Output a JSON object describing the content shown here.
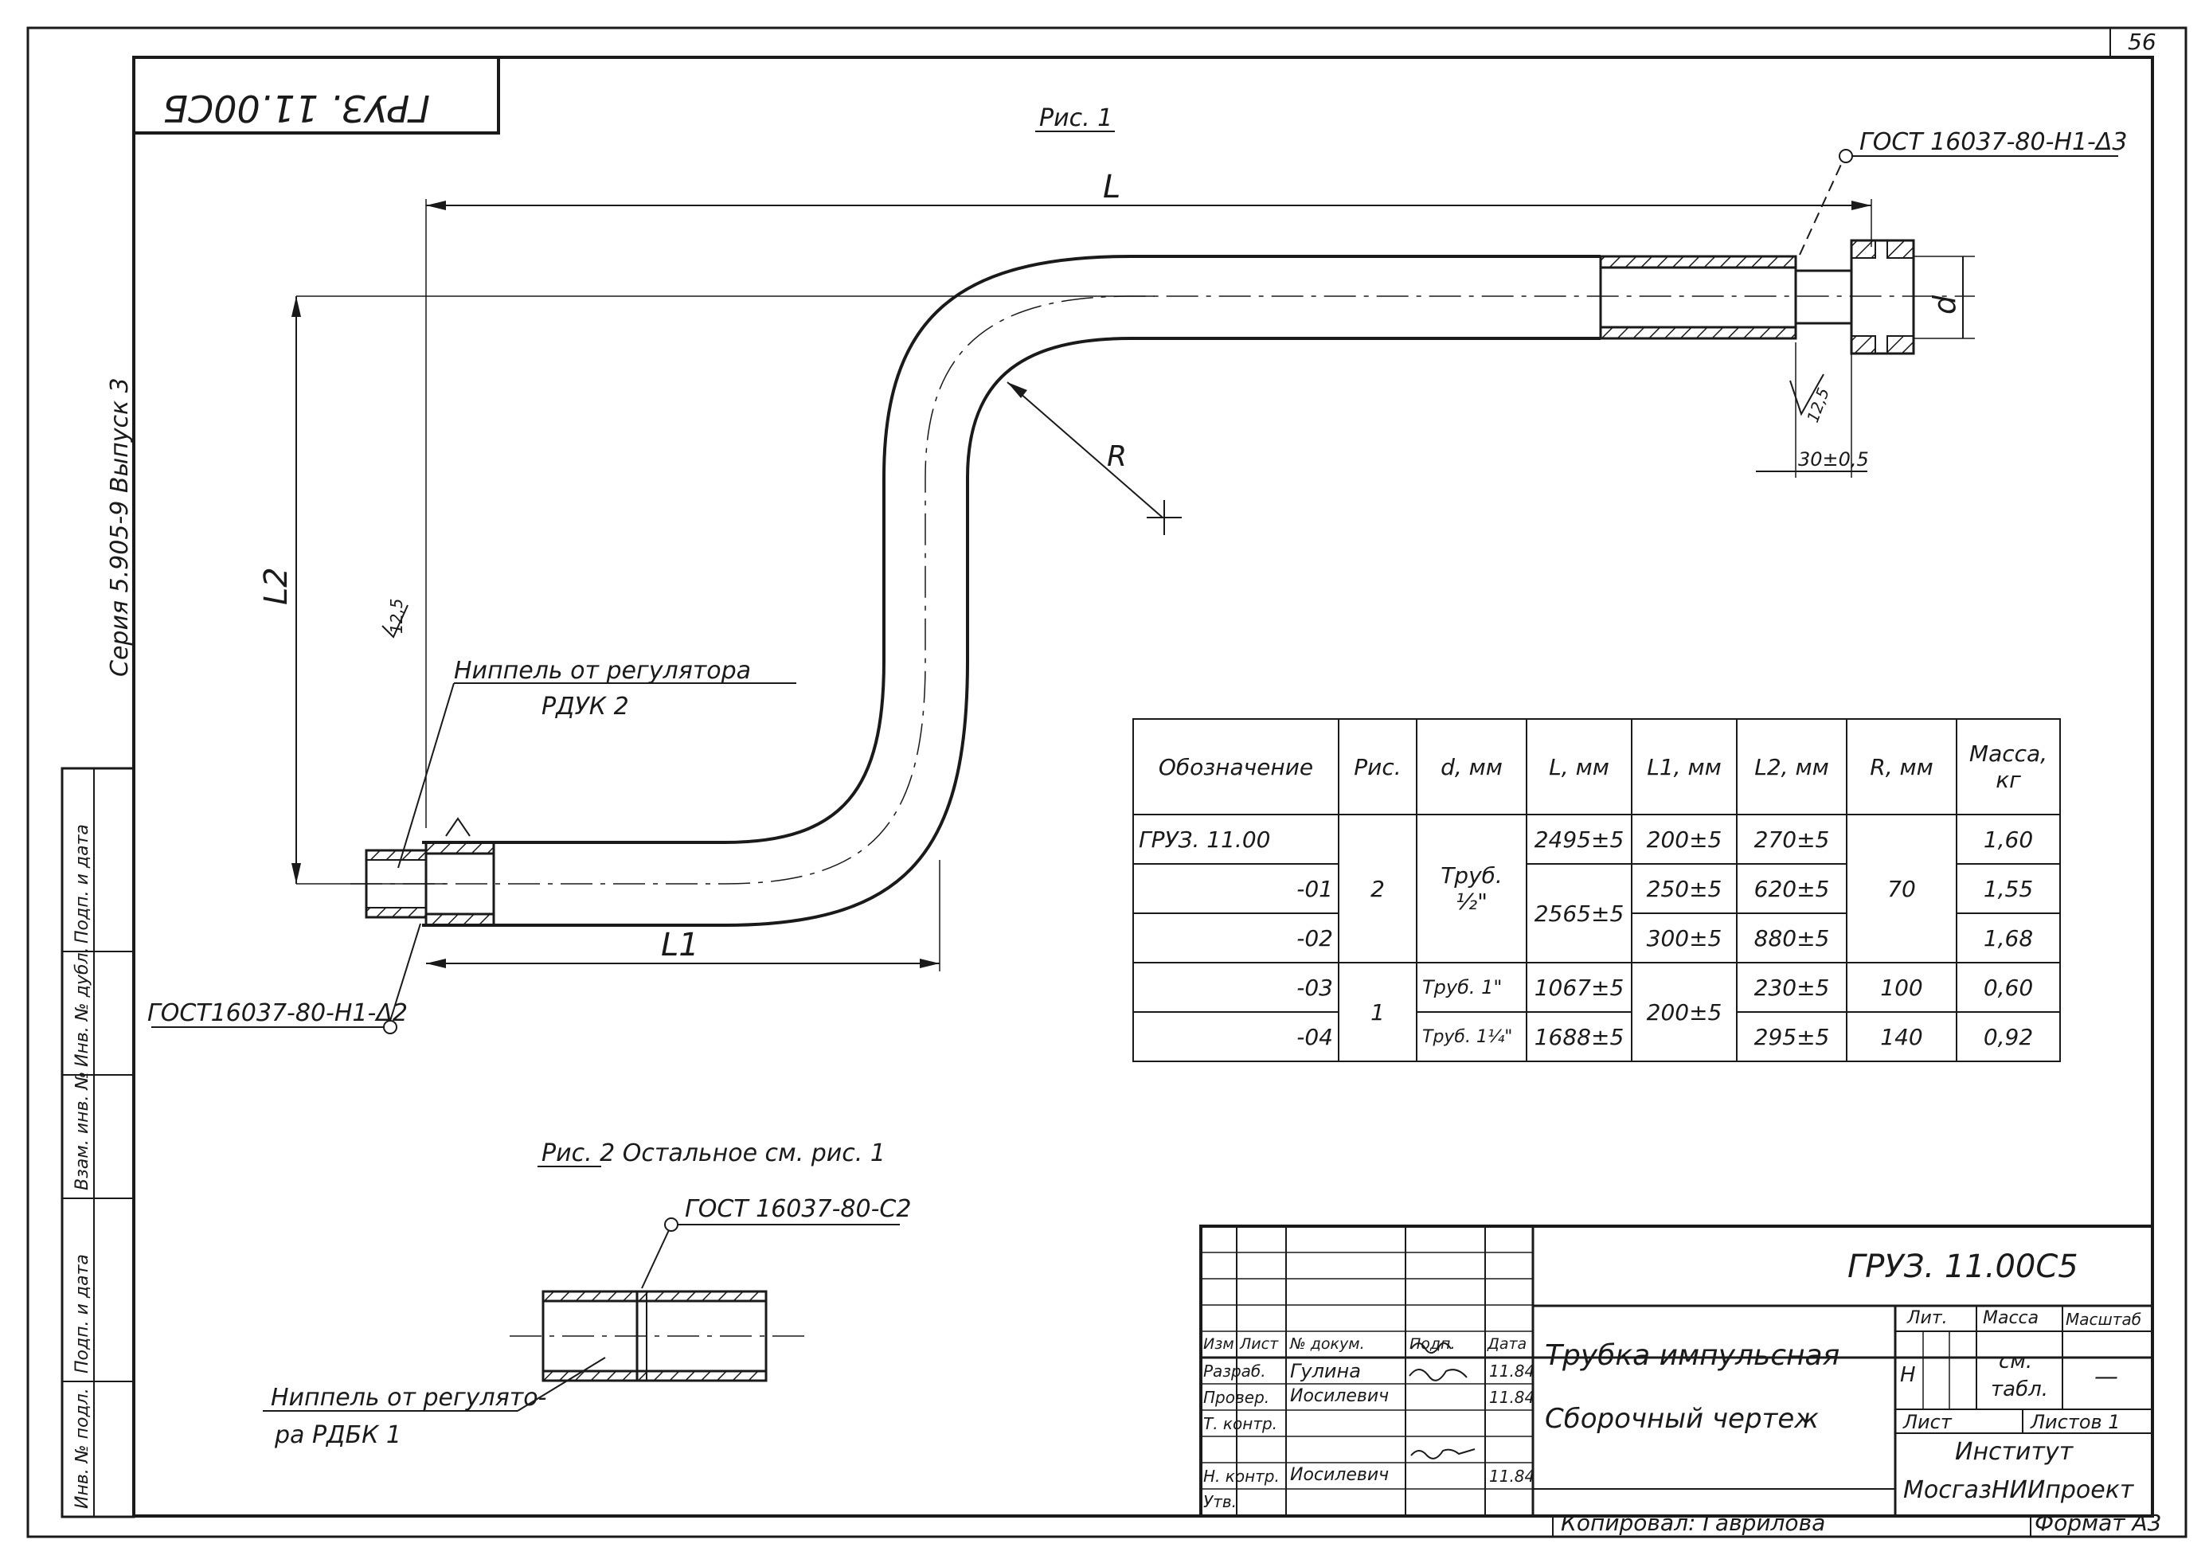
{
  "sheet": {
    "page_number": "56",
    "title_box": "ГРУЗ. 11.00СБ",
    "side_label": "Серия 5.905-9   Выпуск 3",
    "format": "Формат А3",
    "copied_by": "Копировал: Гаврилова"
  },
  "fig1": {
    "caption": "Рис. 1",
    "dim_L": "L",
    "dim_L1": "L1",
    "dim_L2": "L2",
    "dim_d": "d",
    "dim_R": "R",
    "roughness": "12,5",
    "roughness_left": "12,5",
    "dim_30": "30±0,5",
    "weld_right": "ГОСТ 16037-80-Н1-Δ3",
    "weld_left": "ГОСТ16037-80-Н1-Δ2",
    "nipple_label_1": "Ниппель от регулятора",
    "nipple_label_2": "РДУК 2"
  },
  "fig2": {
    "caption": "Рис. 2  Остальное см. рис. 1",
    "weld": "ГОСТ 16037-80-С2",
    "nipple_label_1": "Ниппель от регулято-",
    "nipple_label_2": "ра РДБК 1"
  },
  "table": {
    "headers": [
      "Обозначение",
      "Рис.",
      "d, мм",
      "L, мм",
      "L1, мм",
      "L2, мм",
      "R, мм",
      "Масса, кг"
    ],
    "rows": [
      {
        "designation": "ГРУЗ. 11.00",
        "L": "2495±5",
        "L1": "200±5",
        "L2": "270±5",
        "mass": "1,60"
      },
      {
        "designation": "-01",
        "L1": "250±5",
        "L2": "620±5",
        "mass": "1,55"
      },
      {
        "designation": "-02",
        "L1": "300±5",
        "L2": "880±5",
        "mass": "1,68"
      },
      {
        "designation": "-03",
        "d": "Труб. 1\"",
        "L": "1067±5",
        "L2": "230±5",
        "R": "100",
        "mass": "0,60"
      },
      {
        "designation": "-04",
        "d": "Труб. 1¼\"",
        "L": "1688±5",
        "L2": "295±5",
        "R": "140",
        "mass": "0,92"
      }
    ],
    "merged": {
      "fig_2": "2",
      "fig_1": "1",
      "d_half": "Труб. ½\"",
      "L_2565": "2565±5",
      "L1_200": "200±5",
      "R_70": "70"
    }
  },
  "stamp": {
    "code": "ГРУЗ. 11.00С5",
    "title_1": "Трубка импульсная",
    "title_2": "Сборочный чертеж",
    "col_headers": [
      "Изм",
      "Лист",
      "№ докум.",
      "Подп.",
      "Дата"
    ],
    "rows": [
      {
        "role": "Разраб.",
        "name": "Гулина",
        "date": "11.84"
      },
      {
        "role": "Провер.",
        "name": "Иосилевич",
        "date": "11.84"
      },
      {
        "role": "Т. контр.",
        "name": "",
        "date": ""
      },
      {
        "role": "Н. контр.",
        "name": "Иосилевич",
        "date": "11.84"
      },
      {
        "role": "Утв.",
        "name": "",
        "date": ""
      }
    ],
    "lit": "Лит.",
    "mass": "Масса",
    "scale": "Масштаб",
    "lit_value": "Н",
    "mass_value_1": "см.",
    "mass_value_2": "табл.",
    "scale_value": "—",
    "sheet": "Лист",
    "sheets": "Листов 1",
    "org_1": "Институт",
    "org_2": "МосгазНИИпроект"
  },
  "left_stamp": [
    "Инв. № подл.",
    "Подп. и дата",
    "Взам. инв. №",
    "Инв. № дубл.",
    "Подп. и дата"
  ]
}
